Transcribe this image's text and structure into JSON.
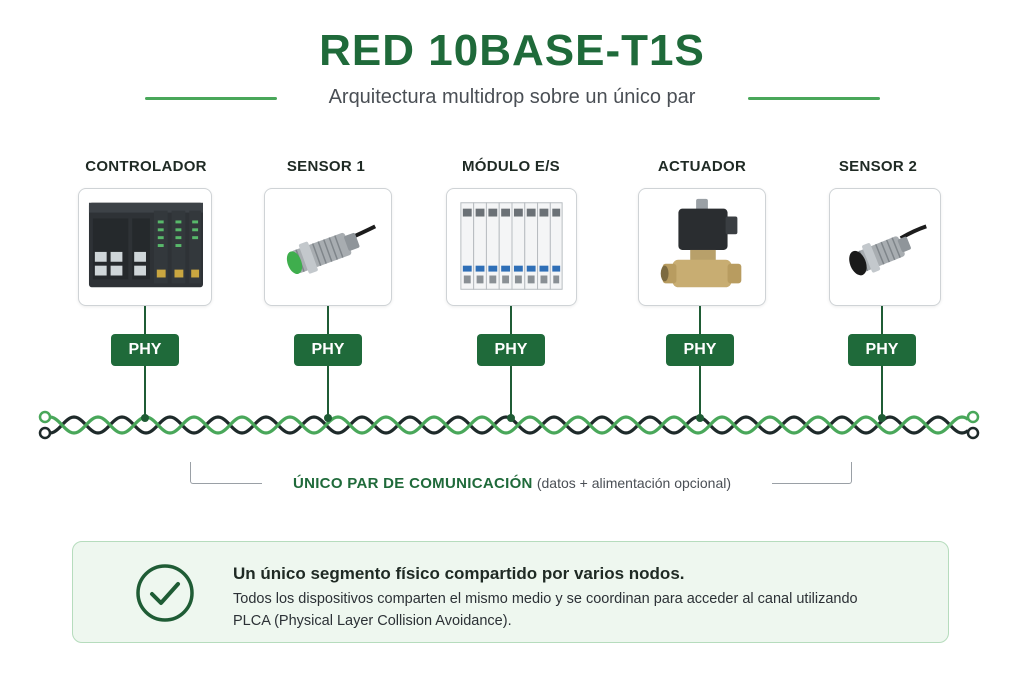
{
  "header": {
    "title": "RED 10BASE-T1S",
    "subtitle": "Arquitectura multidrop sobre un único par"
  },
  "nodes": [
    {
      "label": "CONTROLADOR",
      "icon": "plc-controller-icon",
      "phy": "PHY"
    },
    {
      "label": "SENSOR 1",
      "icon": "inductive-sensor-green-icon",
      "phy": "PHY"
    },
    {
      "label": "MÓDULO E/S",
      "icon": "io-module-icon",
      "phy": "PHY"
    },
    {
      "label": "ACTUADOR",
      "icon": "solenoid-valve-icon",
      "phy": "PHY"
    },
    {
      "label": "SENSOR 2",
      "icon": "inductive-sensor-black-icon",
      "phy": "PHY"
    }
  ],
  "bus": {
    "label_main": "ÚNICO PAR DE COMUNICACIÓN",
    "label_note": "(datos + alimentación opcional)"
  },
  "info": {
    "title": "Un único segmento físico compartido por varios nodos.",
    "text": "Todos los dispositivos comparten el mismo medio y se coordinan para acceder al canal utilizando PLCA (Physical Layer Collision Avoidance).",
    "icon": "check-circle-icon"
  },
  "colors": {
    "primary_green": "#1f6a3a",
    "accent_green": "#49a75a",
    "dark_wire": "#1e2a2a",
    "panel_bg": "#eef7ef"
  }
}
